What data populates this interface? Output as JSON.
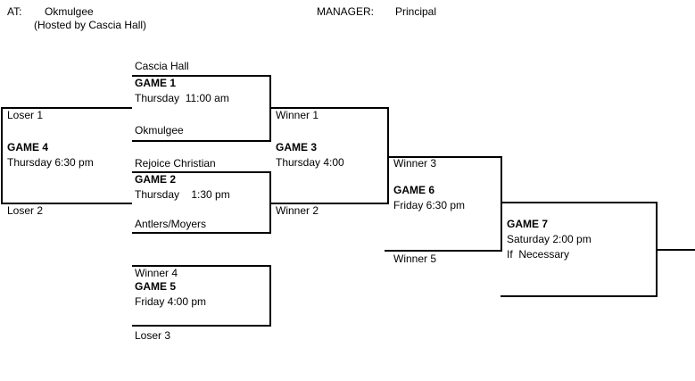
{
  "header": {
    "at_label": "AT:",
    "at_value": "Okmulgee",
    "hosted_note": "(Hosted by Cascia Hall)",
    "manager_label": "MANAGER:",
    "manager_value": "Principal"
  },
  "games": {
    "game1": {
      "title": "GAME 1",
      "schedule": "Thursday  11:00 am",
      "top_slot": "Cascia Hall",
      "bottom_slot": "Okmulgee"
    },
    "game2": {
      "title": "GAME 2",
      "schedule": "Thursday    1:30 pm",
      "top_slot": "Rejoice Christian",
      "bottom_slot": "Antlers/Moyers"
    },
    "game3": {
      "title": "GAME 3",
      "schedule": "Thursday 4:00",
      "top_slot": "Winner 1",
      "bottom_slot": "Winner 2"
    },
    "game4": {
      "title": "GAME 4",
      "schedule": "Thursday 6:30 pm",
      "top_slot": "Loser 1",
      "bottom_slot": "Loser 2"
    },
    "game5": {
      "title": "GAME 5",
      "schedule": "Friday 4:00 pm",
      "top_slot": "Winner 4",
      "bottom_slot": "Loser 3"
    },
    "game6": {
      "title": "GAME 6",
      "schedule": "Friday 6:30 pm",
      "top_slot": "Winner 3",
      "bottom_slot": "Winner 5"
    },
    "game7": {
      "title": "GAME 7",
      "schedule": "Saturday 2:00 pm",
      "note": "If  Necessary"
    }
  },
  "colors": {
    "line": "#000000",
    "text": "#000000",
    "background": "#ffffff"
  }
}
